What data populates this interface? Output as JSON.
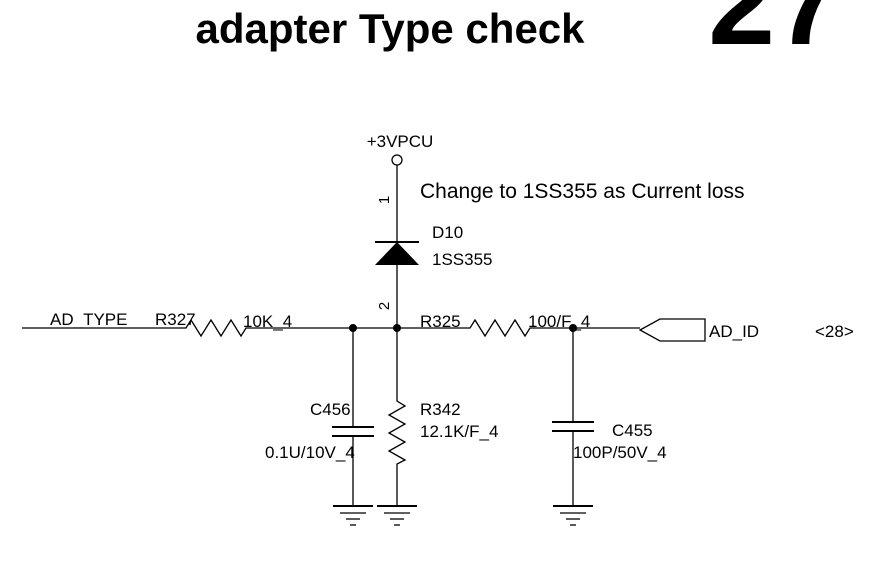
{
  "title": "adapter Type check",
  "page_number": "27",
  "power": {
    "rail": "+3VPCU"
  },
  "note": "Change to 1SS355 as Current loss",
  "diode": {
    "ref": "D10",
    "part": "1SS355",
    "pin1": "1",
    "pin2": "2"
  },
  "nets": {
    "left": "AD_TYPE",
    "right": "AD_ID",
    "right_ref": "<28>"
  },
  "components": {
    "r327": {
      "ref": "R327",
      "value": "10K_4"
    },
    "r325": {
      "ref": "R325",
      "value": "100/F_4"
    },
    "r342": {
      "ref": "R342",
      "value": "12.1K/F_4"
    },
    "c456": {
      "ref": "C456",
      "value": "0.1U/10V_4"
    },
    "c455": {
      "ref": "C455",
      "value": "100P/50V_4"
    }
  }
}
